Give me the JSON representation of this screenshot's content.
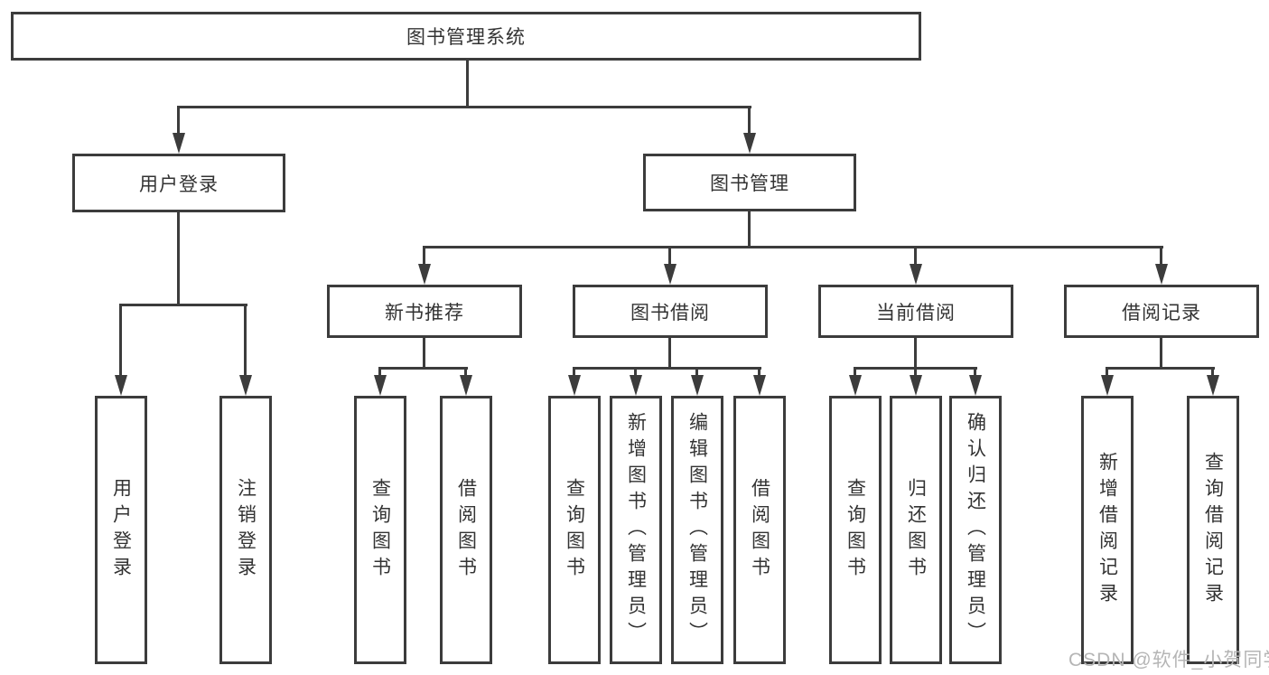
{
  "nodes": {
    "root": {
      "label": "图书管理系统"
    },
    "user_login": {
      "label": "用户登录"
    },
    "book_management": {
      "label": "图书管理"
    },
    "new_book_recommend": {
      "label": "新书推荐"
    },
    "book_borrowing": {
      "label": "图书借阅"
    },
    "current_borrowing": {
      "label": "当前借阅"
    },
    "borrowing_records": {
      "label": "借阅记录"
    }
  },
  "leaves": [
    {
      "label": "用户登录"
    },
    {
      "label": "注销登录"
    },
    {
      "label": "查询图书"
    },
    {
      "label": "借阅图书"
    },
    {
      "label": "查询图书"
    },
    {
      "label": "新增图书（管理员）"
    },
    {
      "label": "编辑图书（管理员）"
    },
    {
      "label": "借阅图书"
    },
    {
      "label": "查询图书"
    },
    {
      "label": "归还图书"
    },
    {
      "label": "确认归还（管理员）"
    },
    {
      "label": "新增借阅记录"
    },
    {
      "label": "查询借阅记录"
    }
  ],
  "watermark": "CSDN @软件_小贺同学",
  "colors": {
    "line": "#3c3c3c",
    "text": "#333333",
    "watermark": "#b5b5b5",
    "background": "#ffffff"
  }
}
